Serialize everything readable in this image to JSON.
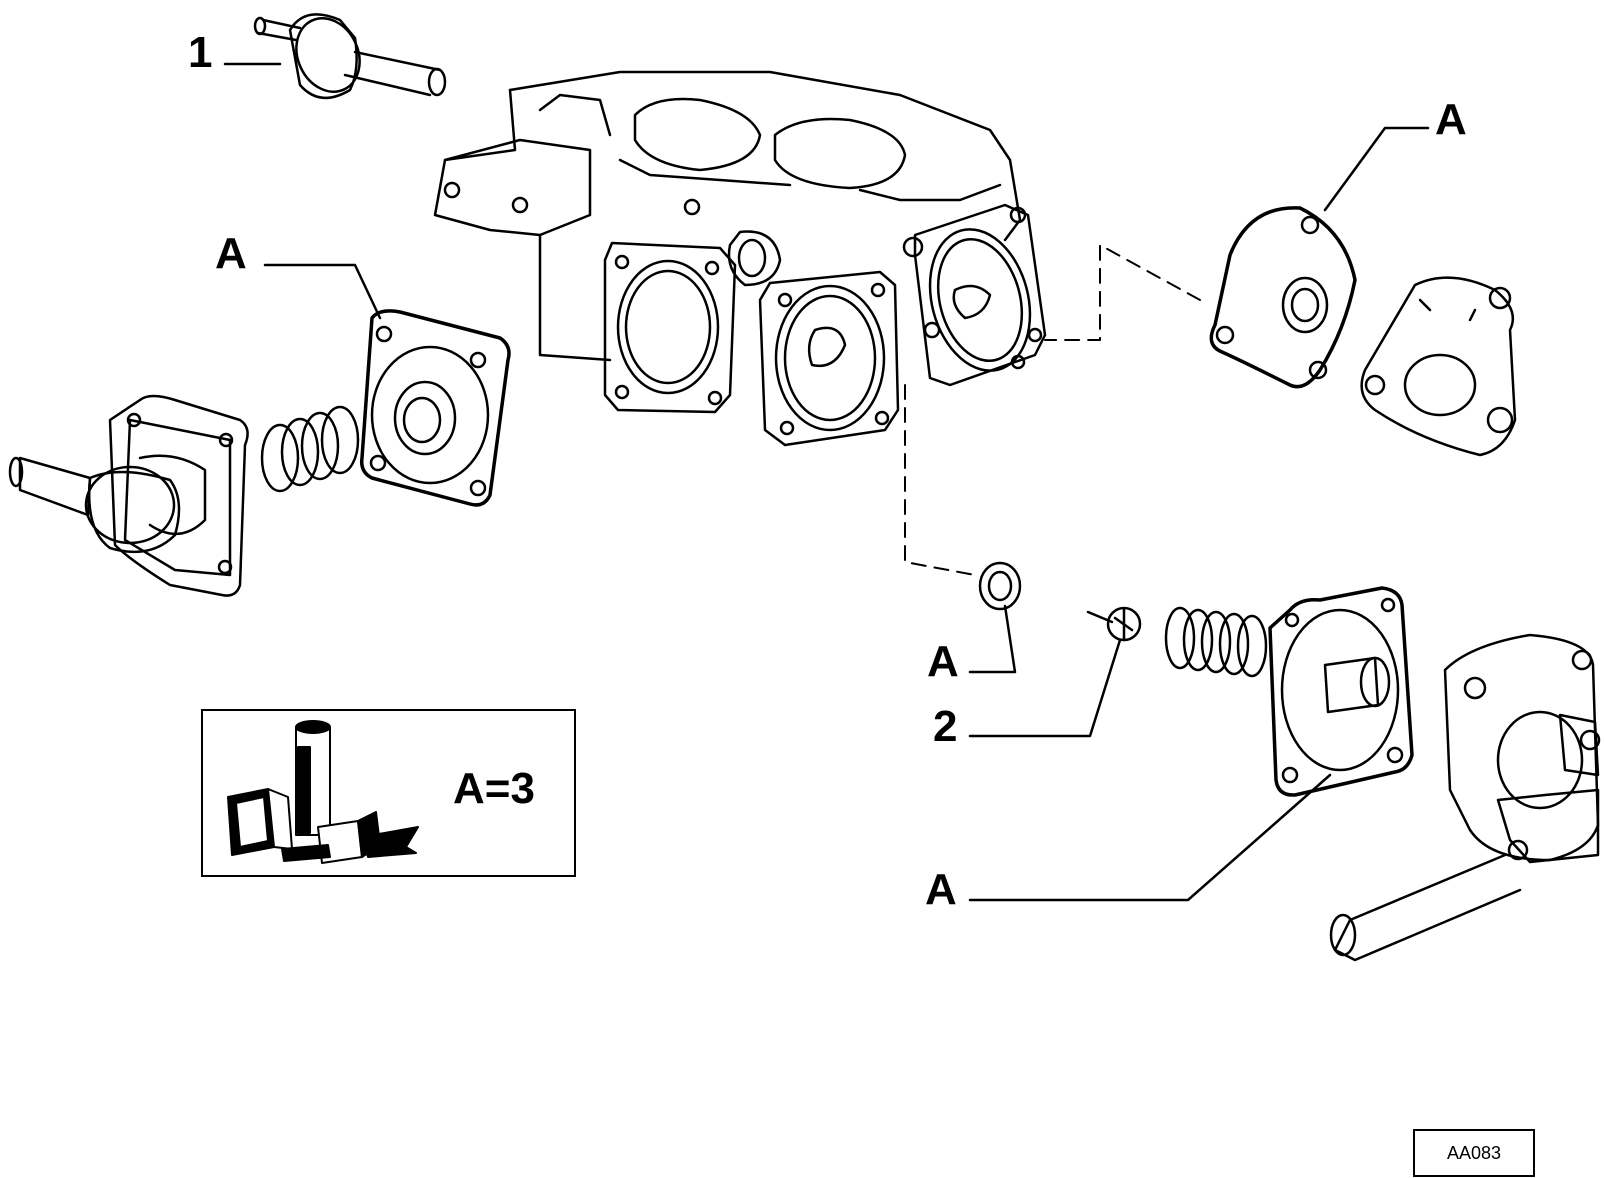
{
  "callouts": {
    "part_1": "1",
    "part_2": "2",
    "a_top_left": "A",
    "a_top_right": "A",
    "a_bottom_mid": "A",
    "a_bottom_right": "A"
  },
  "kit_box": {
    "label": "A=3"
  },
  "reference_code": "AA083",
  "icons": [
    "sealant-tube-icon",
    "fiat-kit-icon"
  ]
}
